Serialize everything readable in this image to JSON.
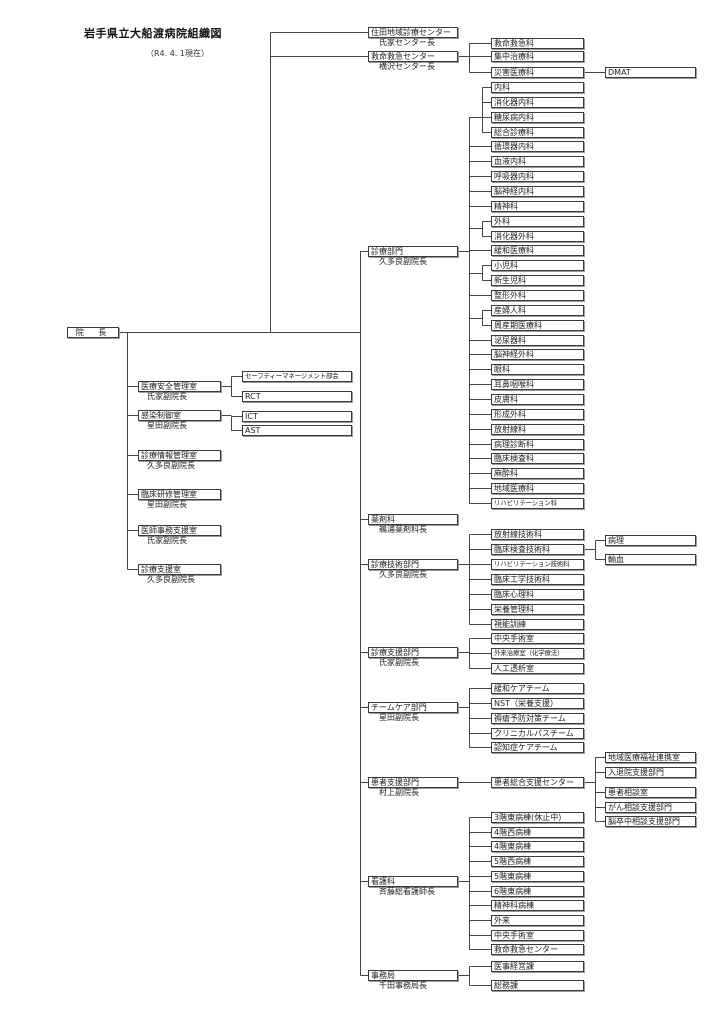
{
  "document": {
    "title": "岩手県立大船渡病院組織図",
    "as_of": "（R4. 4. 1現在）"
  },
  "director": {
    "label": "院 長"
  },
  "staff_offices": [
    {
      "label": "医療安全管理室",
      "head": "氏家副院長",
      "children": [
        {
          "label": "セーフティーマネージメント部会"
        },
        {
          "label": "RCT"
        }
      ]
    },
    {
      "label": "感染制御室",
      "head": "星田副院長",
      "children": [
        {
          "label": "ICT"
        },
        {
          "label": "AST"
        }
      ]
    },
    {
      "label": "診療情報管理室",
      "head": "久多良副院長"
    },
    {
      "label": "臨床研修管理室",
      "head": "星田副院長"
    },
    {
      "label": "医師事務支援室",
      "head": "氏家副院長"
    },
    {
      "label": "診療支援室",
      "head": "久多良副院長"
    }
  ],
  "departments": [
    {
      "label": "住田地域診療センター",
      "head": "氏家センター長"
    },
    {
      "label": "救命救急センター",
      "head": "横沢センター長",
      "children": [
        {
          "label": "救命救急科"
        },
        {
          "label": "集中治療科"
        },
        {
          "label": "災害医療科",
          "children": [
            {
              "label": "DMAT"
            }
          ]
        }
      ]
    },
    {
      "label": "診療部門",
      "head": "久多良副院長",
      "children": [
        {
          "label": "内科"
        },
        {
          "label": "消化器内科"
        },
        {
          "label": "糖尿病内科"
        },
        {
          "label": "総合診療科"
        },
        {
          "label": "循環器内科"
        },
        {
          "label": "血液内科"
        },
        {
          "label": "呼吸器内科"
        },
        {
          "label": "脳神経内科"
        },
        {
          "label": "精神科"
        },
        {
          "label": "外科"
        },
        {
          "label": "消化器外科"
        },
        {
          "label": "緩和医療科"
        },
        {
          "label": "小児科"
        },
        {
          "label": "新生児科"
        },
        {
          "label": "整形外科"
        },
        {
          "label": "産婦人科"
        },
        {
          "label": "周産期医療科"
        },
        {
          "label": "泌尿器科"
        },
        {
          "label": "脳神経外科"
        },
        {
          "label": "眼科"
        },
        {
          "label": "耳鼻咽喉科"
        },
        {
          "label": "皮膚科"
        },
        {
          "label": "形成外科"
        },
        {
          "label": "放射線科"
        },
        {
          "label": "病理診断科"
        },
        {
          "label": "臨床検査科"
        },
        {
          "label": "麻酔科"
        },
        {
          "label": "地域医療科"
        },
        {
          "label": "リハビリテーション科"
        }
      ]
    },
    {
      "label": "薬剤科",
      "head": "鵜浦薬剤科長"
    },
    {
      "label": "診療技術部門",
      "head": "久多良副院長",
      "children": [
        {
          "label": "放射線技術科"
        },
        {
          "label": "臨床検査技術科",
          "children": [
            {
              "label": "病理"
            },
            {
              "label": "輸血"
            }
          ]
        },
        {
          "label": "リハビリテーション技術科"
        },
        {
          "label": "臨床工学技術科"
        },
        {
          "label": "臨床心理科"
        },
        {
          "label": "栄養管理科"
        },
        {
          "label": "視能訓練"
        }
      ]
    },
    {
      "label": "診療支援部門",
      "head": "氏家副院長",
      "children": [
        {
          "label": "中央手術室"
        },
        {
          "label": "外来治療室（化学療法）"
        },
        {
          "label": "人工透析室"
        }
      ]
    },
    {
      "label": "チームケア部門",
      "head": "星田副院長",
      "children": [
        {
          "label": "緩和ケアチーム"
        },
        {
          "label": "NST（栄養支援）"
        },
        {
          "label": "褥瘡予防対策チーム"
        },
        {
          "label": "クリニカルパスチーム"
        },
        {
          "label": "認知症ケアチーム"
        }
      ]
    },
    {
      "label": "患者支援部門",
      "head": "村上副院長",
      "children": [
        {
          "label": "患者総合支援センター",
          "children": [
            {
              "label": "地域医療福祉連携室"
            },
            {
              "label": "入退院支援部門"
            },
            {
              "label": "患者相談室"
            },
            {
              "label": "がん相談支援部門"
            },
            {
              "label": "脳卒中相談支援部門"
            }
          ]
        }
      ]
    },
    {
      "label": "看護科",
      "head": "斉藤総看護師長",
      "children": [
        {
          "label": "3階東病棟(休止中)"
        },
        {
          "label": "4階西病棟"
        },
        {
          "label": "4階東病棟"
        },
        {
          "label": "5階西病棟"
        },
        {
          "label": "5階東病棟"
        },
        {
          "label": "6階東病棟"
        },
        {
          "label": "精神科病棟"
        },
        {
          "label": "外来"
        },
        {
          "label": "中央手術室"
        },
        {
          "label": "救命救急センター"
        }
      ]
    },
    {
      "label": "事務局",
      "head": "千田事務局長",
      "children": [
        {
          "label": "医事経営課"
        },
        {
          "label": "総務課"
        }
      ]
    }
  ]
}
